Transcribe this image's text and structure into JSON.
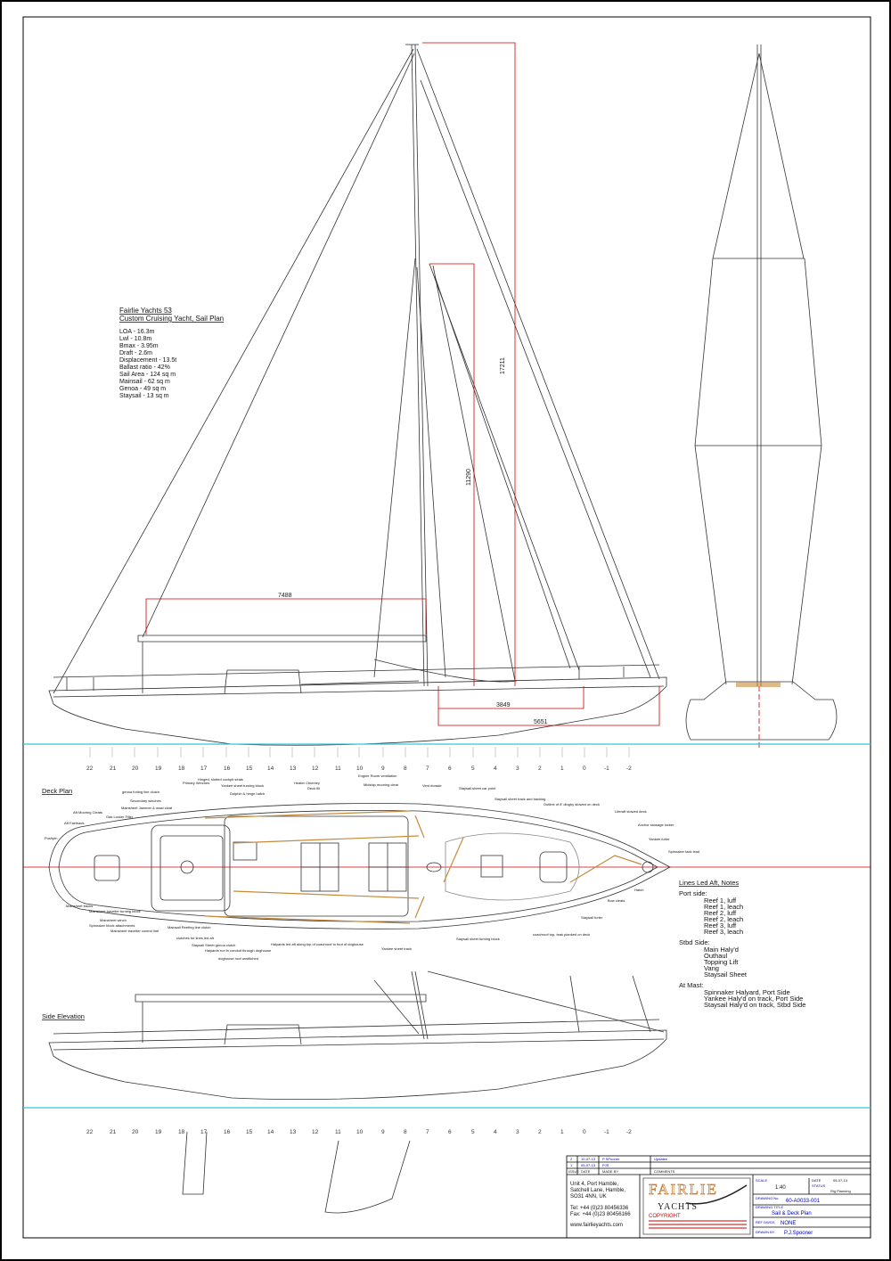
{
  "sail_plan": {
    "title": "Fairlie Yachts 53",
    "subtitle": "Custom Cruising Yacht, Sail Plan",
    "specs": [
      "LOA - 16.3m",
      "Lwl - 10.8m",
      "Bmax - 3.95m",
      "Draft - 2.6m",
      "Displacement - 13.5t",
      "Ballast ratio - 42%",
      "Sail Area - 124 sq m",
      "Mainsail - 62 sq m",
      "Genoa - 49 sq m",
      "Staysail - 13 sq m"
    ],
    "dimensions": {
      "mast_height": "17211",
      "staysail_height": "11290",
      "boom": "7488",
      "base_j": "3849",
      "base_jt": "5651"
    }
  },
  "stations": [
    "22",
    "21",
    "20",
    "19",
    "18",
    "17",
    "16",
    "15",
    "14",
    "13",
    "12",
    "11",
    "10",
    "9",
    "8",
    "7",
    "6",
    "5",
    "4",
    "3",
    "2",
    "1",
    "0",
    "-1",
    "-2"
  ],
  "deck_plan": {
    "heading": "Deck Plan",
    "left_labels": [
      "Primary Winches",
      "Hinged, slotted cockpit seats",
      "genoa furling line clutch",
      "Secondary winches",
      "Mainsheet Jammer & mast cleat",
      "Gas Locker Filler",
      "Aft Mooring Cleats",
      "Aft Fairleads",
      "Pushpin",
      "Mainsheet tracks",
      "Mainsheet traveller turning block",
      "Mainsheet winch",
      "Spinnaker block attachments",
      "Mainsheet traveller control line",
      "Mainsail Reefing line clutch"
    ],
    "top_labels": [
      "Yankee sheet turning block",
      "Dolphin & hinge hatch",
      "Heater Chimney",
      "Deck fill",
      "Engine Room ventilation",
      "Midship mooring cleat",
      "Vent dorade",
      "Staysail sheet car point",
      "Staysail sheet track and backing",
      "Outline of 8' dinghy stowed on deck",
      "Liferaft stowed deck",
      "Anchor stowage locker",
      "Yankee furler",
      "Spinnaker tack lead"
    ],
    "bottom_labels": [
      "clutches for lines led aft",
      "Staysail Sheet genoa clutch",
      "Halyards run in conduit through doghouse",
      "doghouse roof unstitched",
      "Halyards led aft along top of coachroof to foot of doghouse",
      "Yankee sheet track",
      "Staysail sheet turning block",
      "coachroof top, teak planked on deck",
      "Staysail furler",
      "Bow cleats",
      "Hatch"
    ],
    "notes_title": "Lines Led Aft, Notes",
    "port_side_heading": "Port side:",
    "port_side": [
      "Reef 1, luff",
      "Reef 1, leach",
      "Reef 2, luff",
      "Reef 2, leach",
      "Reef 3, luff",
      "Reef 3, leach"
    ],
    "stbd_side_heading": "Stbd Side:",
    "stbd_side": [
      "Main Haly'd",
      "Outhaul",
      "Topping Lift",
      "Vang",
      "Staysail Sheet"
    ],
    "at_mast_heading": "At Mast:",
    "at_mast": [
      "Spinnaker Halyard, Port Side",
      "Yankee Haly'd on track, Port Side",
      "Staysail Haly'd on track, Stbd Side"
    ]
  },
  "side_elevation": {
    "heading": "Side Elevation"
  },
  "title_block": {
    "rev_rows": [
      {
        "issue": "2",
        "date": "10-07-13",
        "made_by": "P SPooner",
        "comments": "Updates"
      },
      {
        "issue": "1",
        "date": "05-07-13",
        "made_by": "PJS",
        "comments": ""
      }
    ],
    "rev_headers": {
      "issue": "ISSUE",
      "date": "DATE",
      "made_by": "MADE BY",
      "comments": "COMMENTS"
    },
    "address": [
      "Unit 4, Port Hamble,",
      "Satchell Lane, Hamble,",
      "SO31 4NN, UK"
    ],
    "tel": "Tel: +44 (0)23 80456336",
    "fax": "Fax: +44 (0)23 80456166",
    "web": "www.fairlieyachts.com",
    "logo_top": "FAIRLIE",
    "logo_bottom": "YACHTS",
    "copyright_heading": "COPYRIGHT",
    "scale_label": "SCALE",
    "scale": "1:40",
    "date_label": "DATE",
    "date": "05-07-13",
    "status_label": "STATUS",
    "status": "Rig Planning",
    "drawing_no_label": "DRAWING No.",
    "drawing_no": "60-A0033-001",
    "drawing_title_label": "DRAWING TITLE",
    "drawing_title": "Sail & Deck Plan",
    "ref_label": "REF DWGS",
    "ref": "NONE",
    "drawn_by_label": "DRAWN BY",
    "drawn_by": "P.J.Spooner"
  },
  "colors": {
    "line": "#222222",
    "dimension": "#d00000",
    "waterline": "#30c8d8",
    "teak": "#c88a3a",
    "title_blue": "#0000b0"
  }
}
